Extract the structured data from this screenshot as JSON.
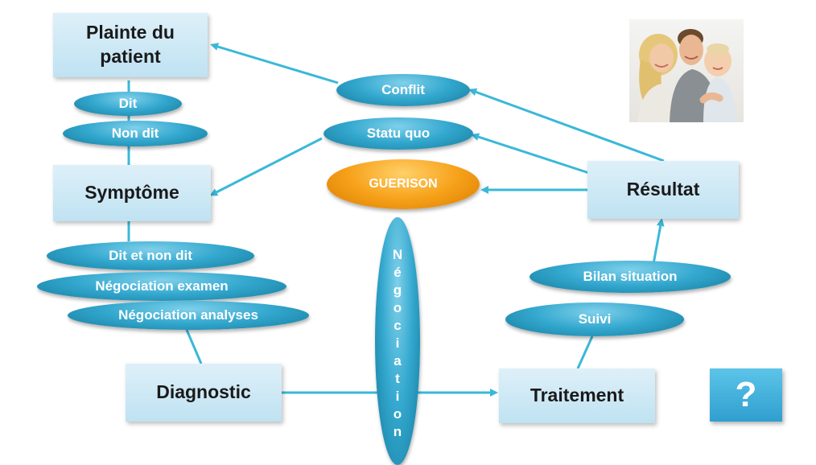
{
  "boxes": {
    "plainte": "Plainte du patient",
    "symptome": "Symptôme",
    "diagnostic": "Diagnostic",
    "traitement": "Traitement",
    "resultat": "Résultat"
  },
  "ovals": {
    "dit": "Dit",
    "non_dit": "Non dit",
    "conflit": "Conflit",
    "statu_quo": "Statu quo",
    "guerison": "GUERISON",
    "dit_et_non_dit": "Dit et non dit",
    "negociation_examen": "Négociation examen",
    "negociation_analyses": "Négociation analyses",
    "bilan_situation": "Bilan situation",
    "suivi": "Suivi"
  },
  "negociation_vertical": "Négociation",
  "question_mark": "?",
  "colors": {
    "box_fill": "#cde9f6",
    "oval_blue": "#2a9fca",
    "oval_orange": "#f59e1a",
    "arrow": "#3ab8d8"
  },
  "photo_icon": "family-photo"
}
